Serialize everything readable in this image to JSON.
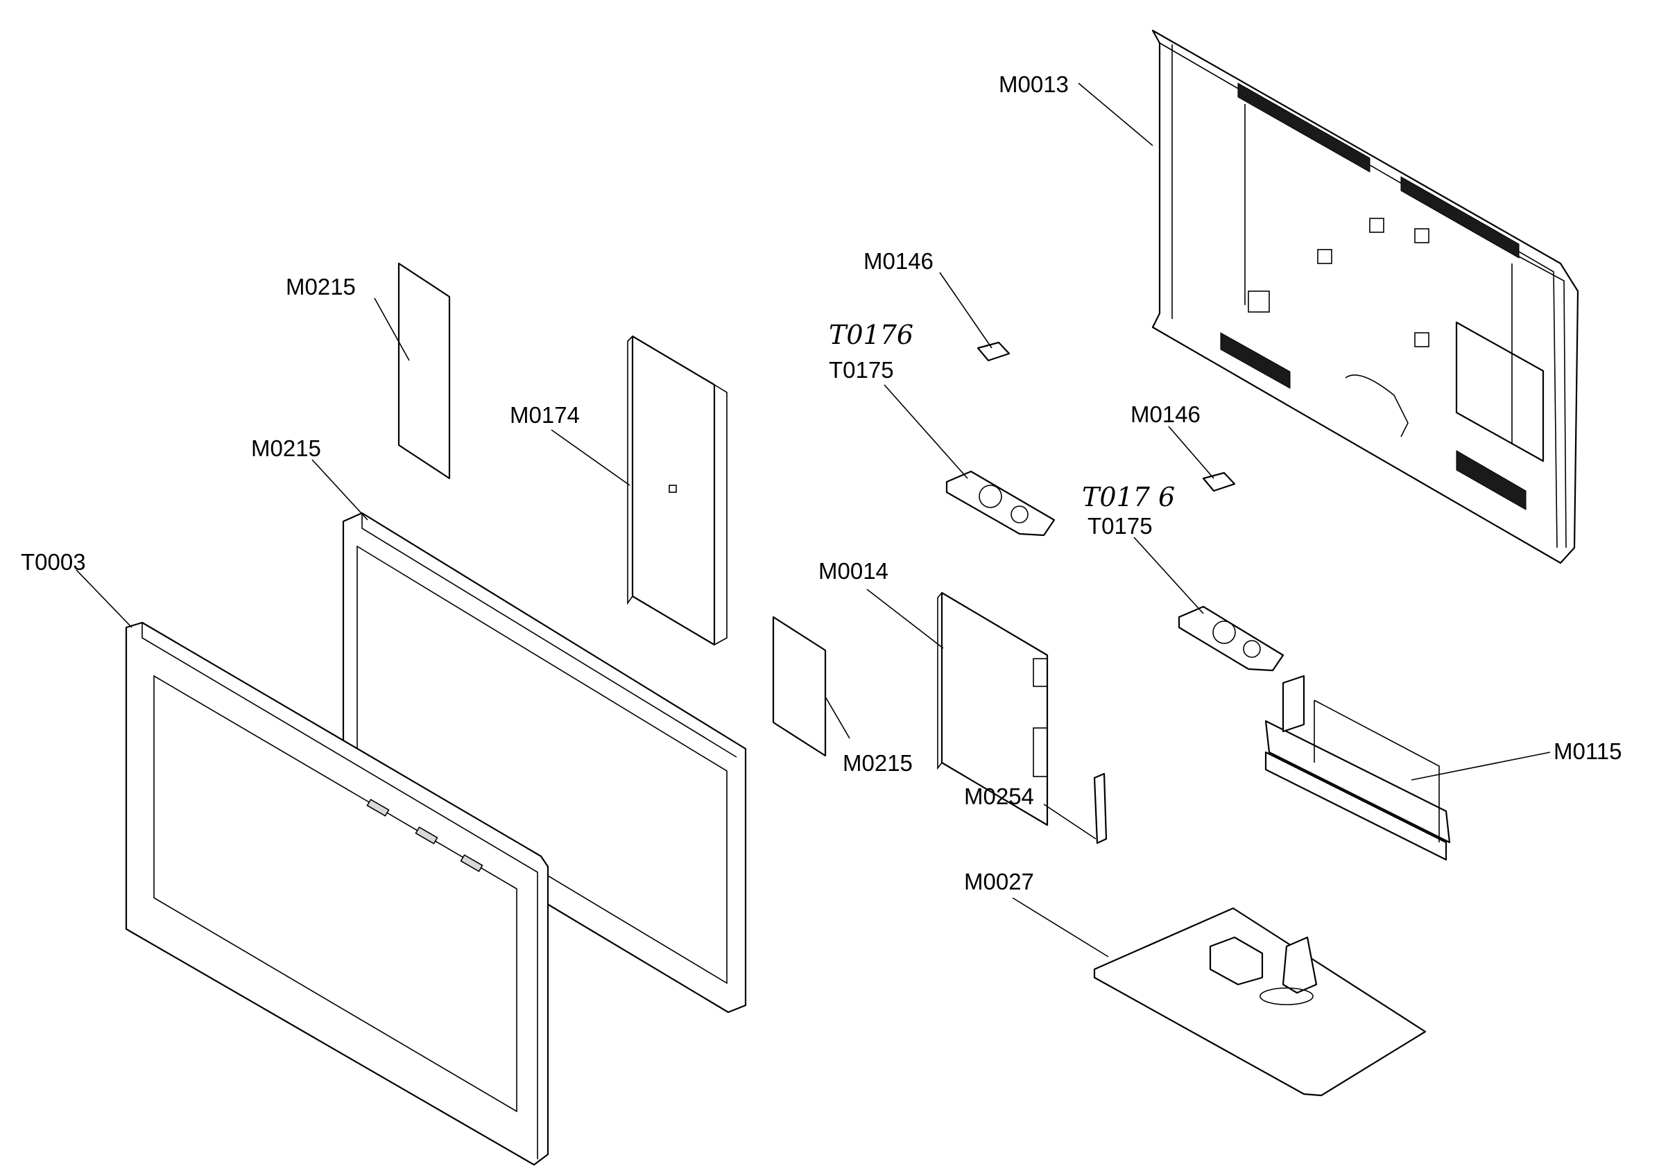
{
  "diagram": {
    "labels": {
      "m0013": "M0013",
      "m0146_a": "M0146",
      "m0146_b": "M0146",
      "t0176_a": "T0176",
      "t0175_a": "T0175",
      "t0176_b": "T017 6",
      "t0175_b": "T0175",
      "m0215_a": "M0215",
      "m0215_b": "M0215",
      "m0215_c": "M0215",
      "m0174": "M0174",
      "t0003": "T0003",
      "m0014": "M0014",
      "m0115": "M0115",
      "m0254": "M0254",
      "m0027": "M0027"
    }
  }
}
